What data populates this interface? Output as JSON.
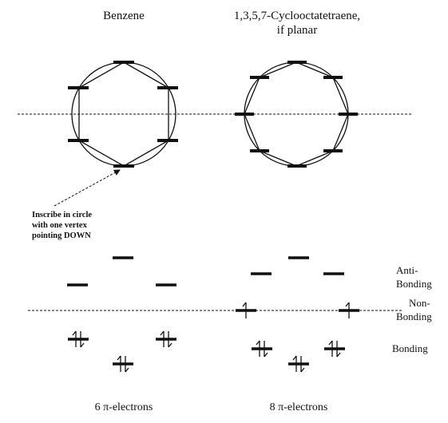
{
  "benzene": {
    "title": "Benzene",
    "caption": "6 π-electrons"
  },
  "cot": {
    "title_line1": "1,3,5,7-Cyclooctatetraene,",
    "title_line2": "if planar",
    "caption": "8 π-electrons"
  },
  "annotation": {
    "line1": "Inscribe in circle",
    "line2": "with one vertex",
    "line3": "pointing DOWN"
  },
  "levels": {
    "anti_line1": "Anti-",
    "anti_line2": "Bonding",
    "non_line1": "Non-",
    "non_line2": "Bonding",
    "bonding": "Bonding"
  },
  "colors": {
    "ink": "#111111",
    "background": "#ffffff"
  }
}
